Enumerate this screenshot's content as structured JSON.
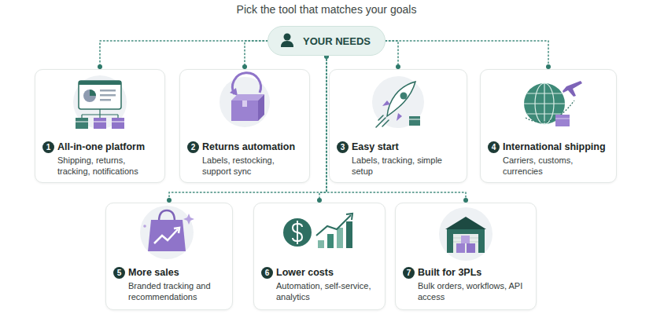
{
  "diagram": {
    "title": "Pick the tool that matches your goals",
    "nodes": [
      {
        "text": [
          "YOUR NEEDS"
        ]
      },
      {
        "text": [
          "All-in-one platform",
          "Shipping, returns, tracking, notifications"
        ]
      },
      {
        "text": [
          "Returns automation",
          "Labels, restocking, support sync"
        ]
      },
      {
        "text": [
          "Easy start",
          "Labels, tracking, simple setup"
        ]
      },
      {
        "text": [
          "International shipping",
          "Carriers, customs, currencies"
        ]
      },
      {
        "text": [
          "More sales",
          "Branded tracking and recommendations"
        ]
      },
      {
        "text": [
          "Lower costs",
          "Automation, self-service, analytics"
        ]
      },
      {
        "text": [
          "Built for 3PLs",
          "Bulk orders, workflows, API access"
        ]
      }
    ],
    "edges": [
      {
        "from": 0,
        "to": 1,
        "arrow": "none"
      },
      {
        "from": 0,
        "to": 2,
        "arrow": "none"
      },
      {
        "from": 0,
        "to": 3,
        "arrow": "none"
      },
      {
        "from": 0,
        "to": 4,
        "arrow": "none"
      },
      {
        "from": 0,
        "to": 5,
        "arrow": "none"
      },
      {
        "from": 0,
        "to": 6,
        "arrow": "none"
      },
      {
        "from": 0,
        "to": 7,
        "arrow": "none"
      }
    ],
    "labels": [
      "1",
      "2",
      "3",
      "4",
      "5",
      "6",
      "7"
    ]
  }
}
